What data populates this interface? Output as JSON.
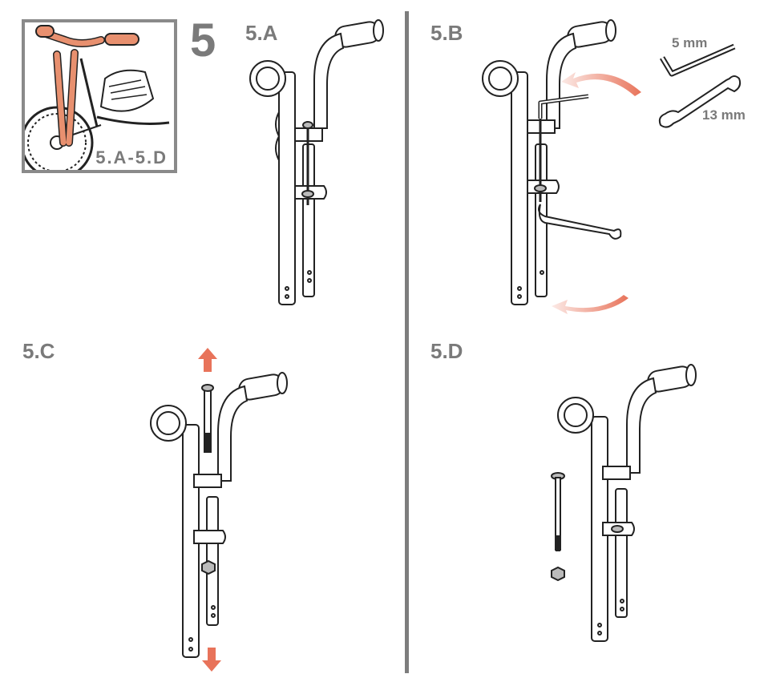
{
  "step_number": "5",
  "thumbnail": {
    "caption": "5.A-5.D"
  },
  "panels": {
    "a": {
      "label": "5.A"
    },
    "b": {
      "label": "5.B",
      "tools": {
        "hex_key": "5 mm",
        "wrench": "13 mm"
      }
    },
    "c": {
      "label": "5.C"
    },
    "d": {
      "label": "5.D"
    }
  },
  "colors": {
    "accent": "#e8735a",
    "label_gray": "#7a7a7a",
    "line": "#222222"
  }
}
